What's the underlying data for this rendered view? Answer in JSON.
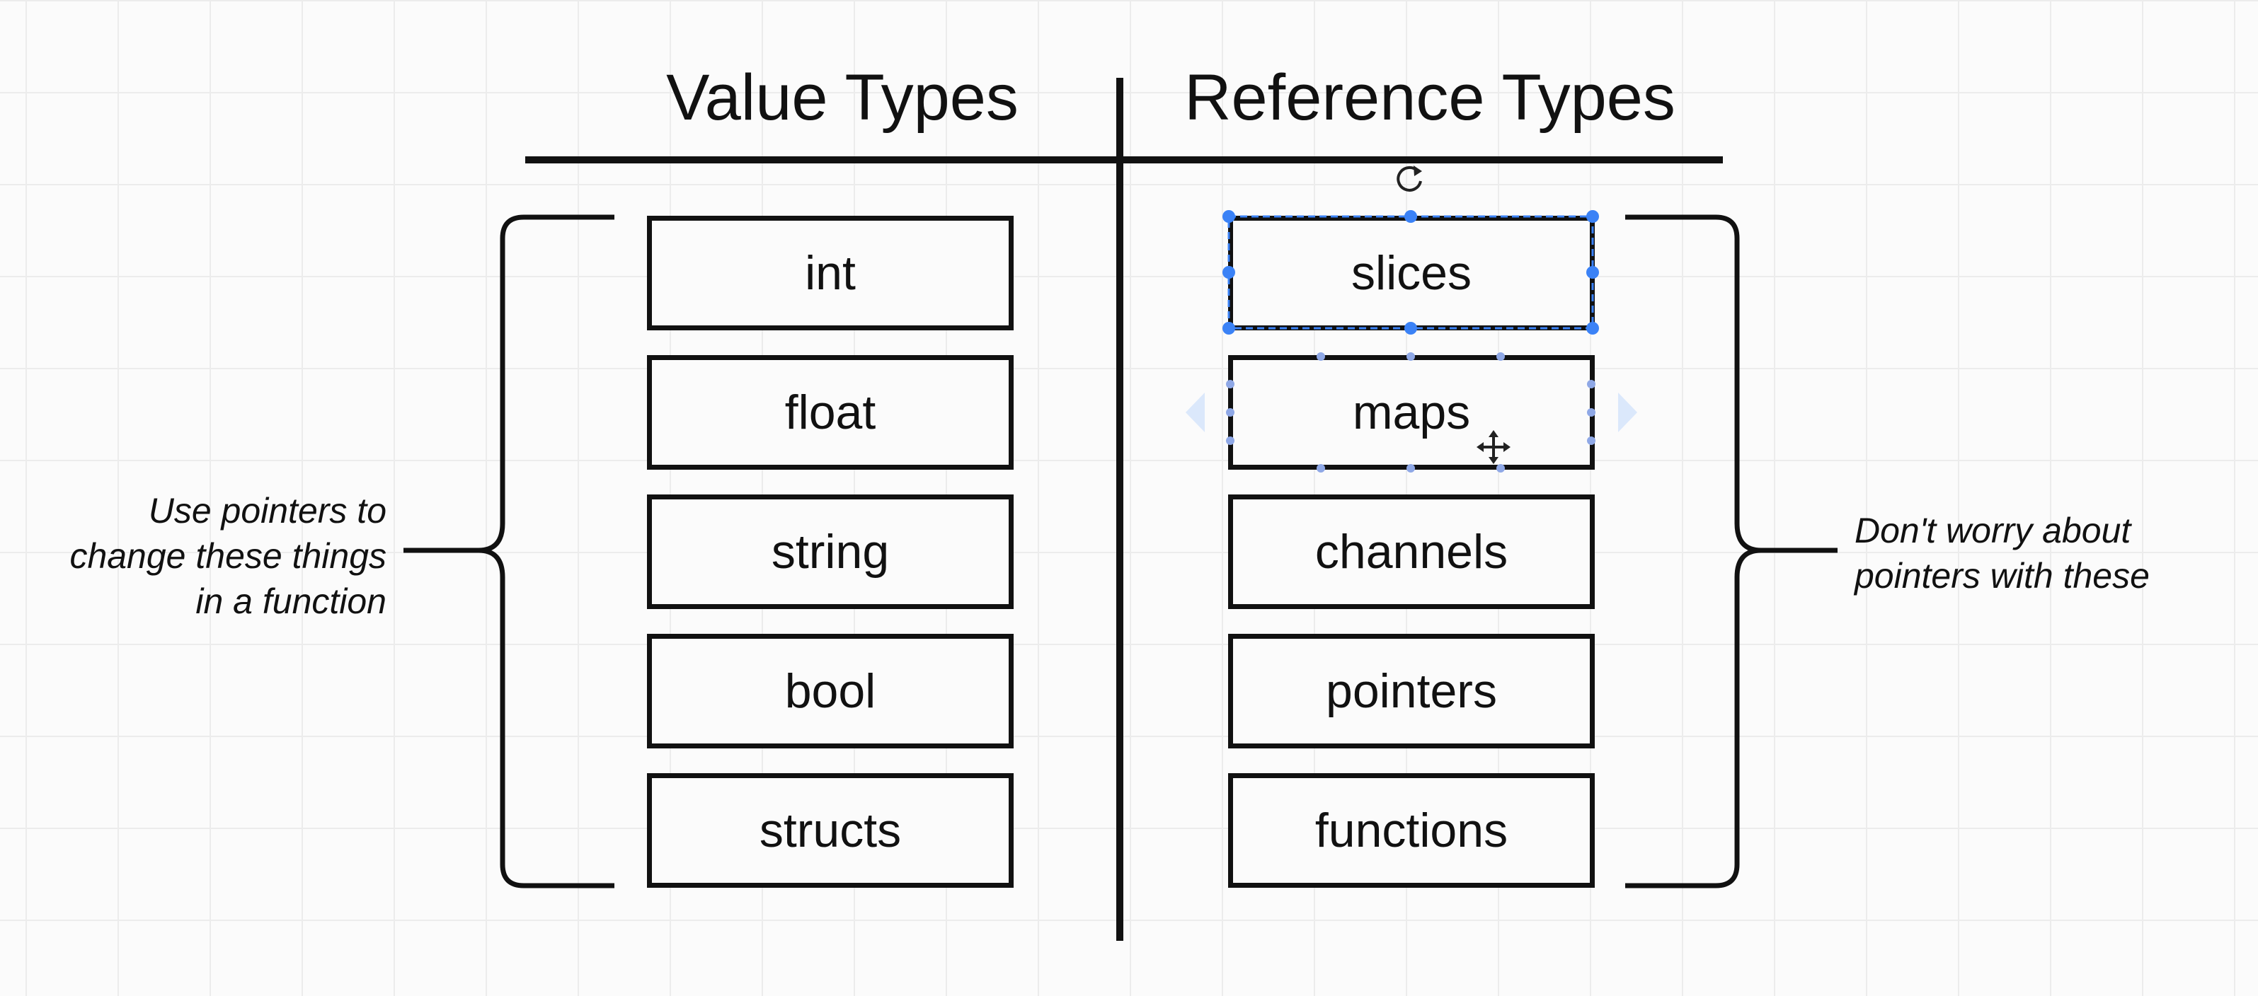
{
  "columns": {
    "value": {
      "title": "Value Types",
      "items": [
        "int",
        "float",
        "string",
        "bool",
        "structs"
      ],
      "note": [
        "Use pointers to",
        "change these things",
        "in a function"
      ]
    },
    "reference": {
      "title": "Reference Types",
      "items": [
        "slices",
        "maps",
        "channels",
        "pointers",
        "functions"
      ],
      "note": [
        "Don't worry about",
        "pointers with these"
      ]
    }
  },
  "selection": {
    "selected_item": "slices",
    "hovered_item": "maps",
    "accent_color": "#3b82f6",
    "icons": [
      "rotate-icon",
      "move-cursor-icon"
    ]
  }
}
